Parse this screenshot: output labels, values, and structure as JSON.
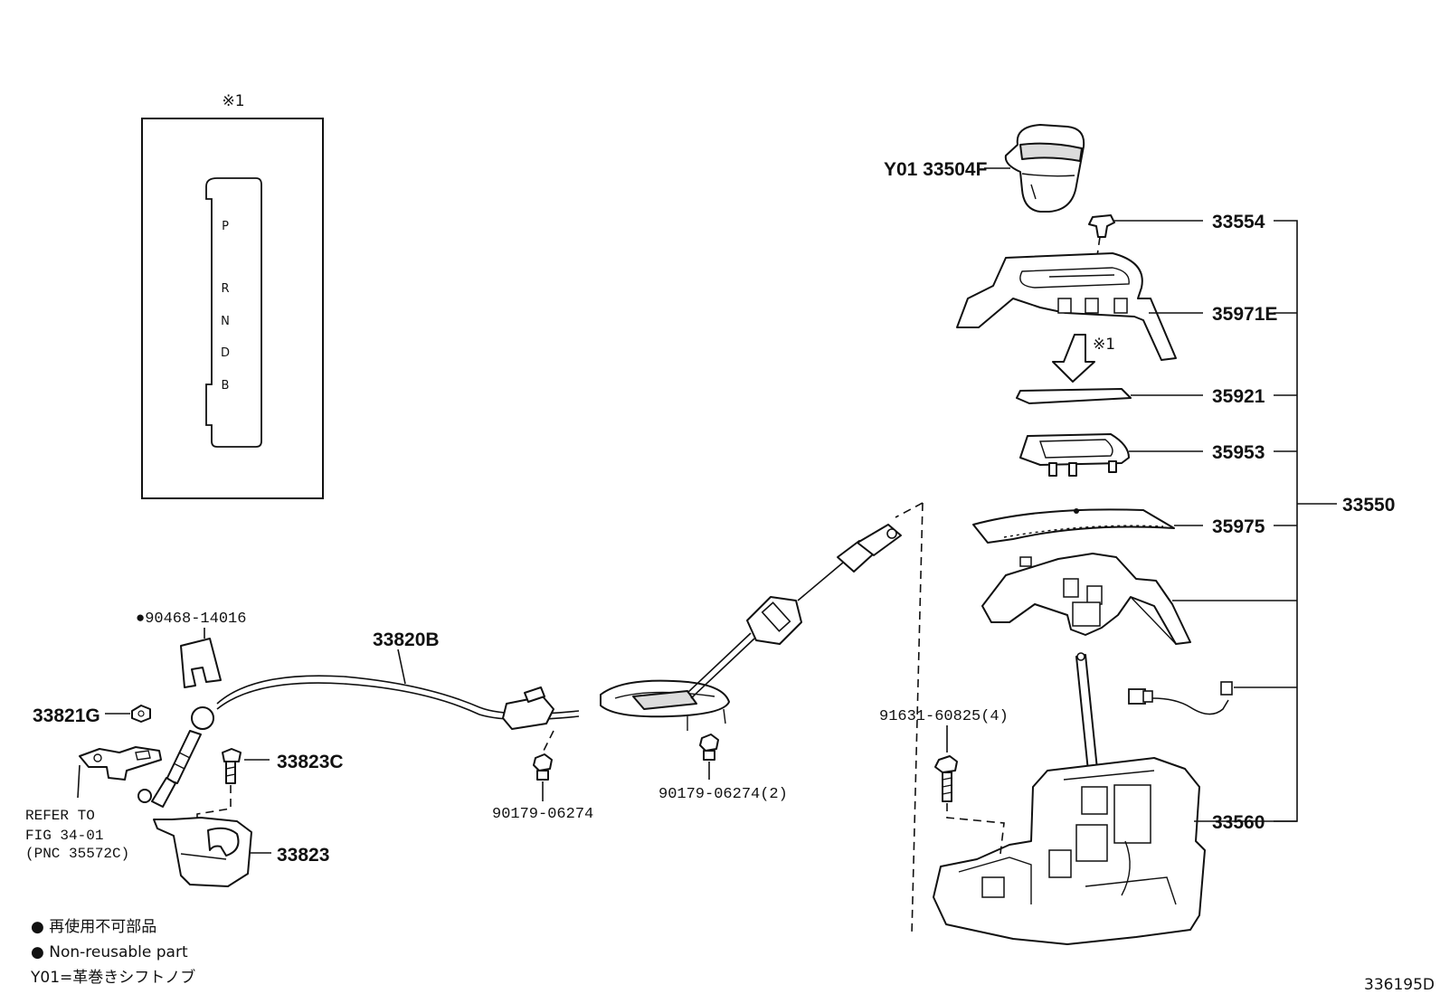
{
  "inset": {
    "mark": "※1",
    "positions": [
      "P",
      "R",
      "N",
      "D",
      "B"
    ]
  },
  "labels": {
    "knob": "Y01 33504F",
    "p33554": "33554",
    "p35971E": "35971E",
    "arrow_mark": "※1",
    "p35921": "35921",
    "p35953": "35953",
    "p35975": "35975",
    "p33550": "33550",
    "p33560": "33560",
    "bolt91631": "91631-60825(4)",
    "p33820B": "33820B",
    "clip90468": "●90468-14016",
    "p33821G": "33821G",
    "p33823C": "33823C",
    "p33823": "33823",
    "nut90179a": "90179-06274",
    "nut90179b": "90179-06274(2)",
    "refer_1": "REFER TO",
    "refer_2": "FIG 34-01",
    "refer_3": "(PNC 35572C)"
  },
  "legend": {
    "jp_nonreusable": "● 再使用不可部品",
    "en_nonreusable": "● Non-reusable part",
    "y01": "Y01=革巻きシフトノブ"
  },
  "figure_id": "336195D"
}
